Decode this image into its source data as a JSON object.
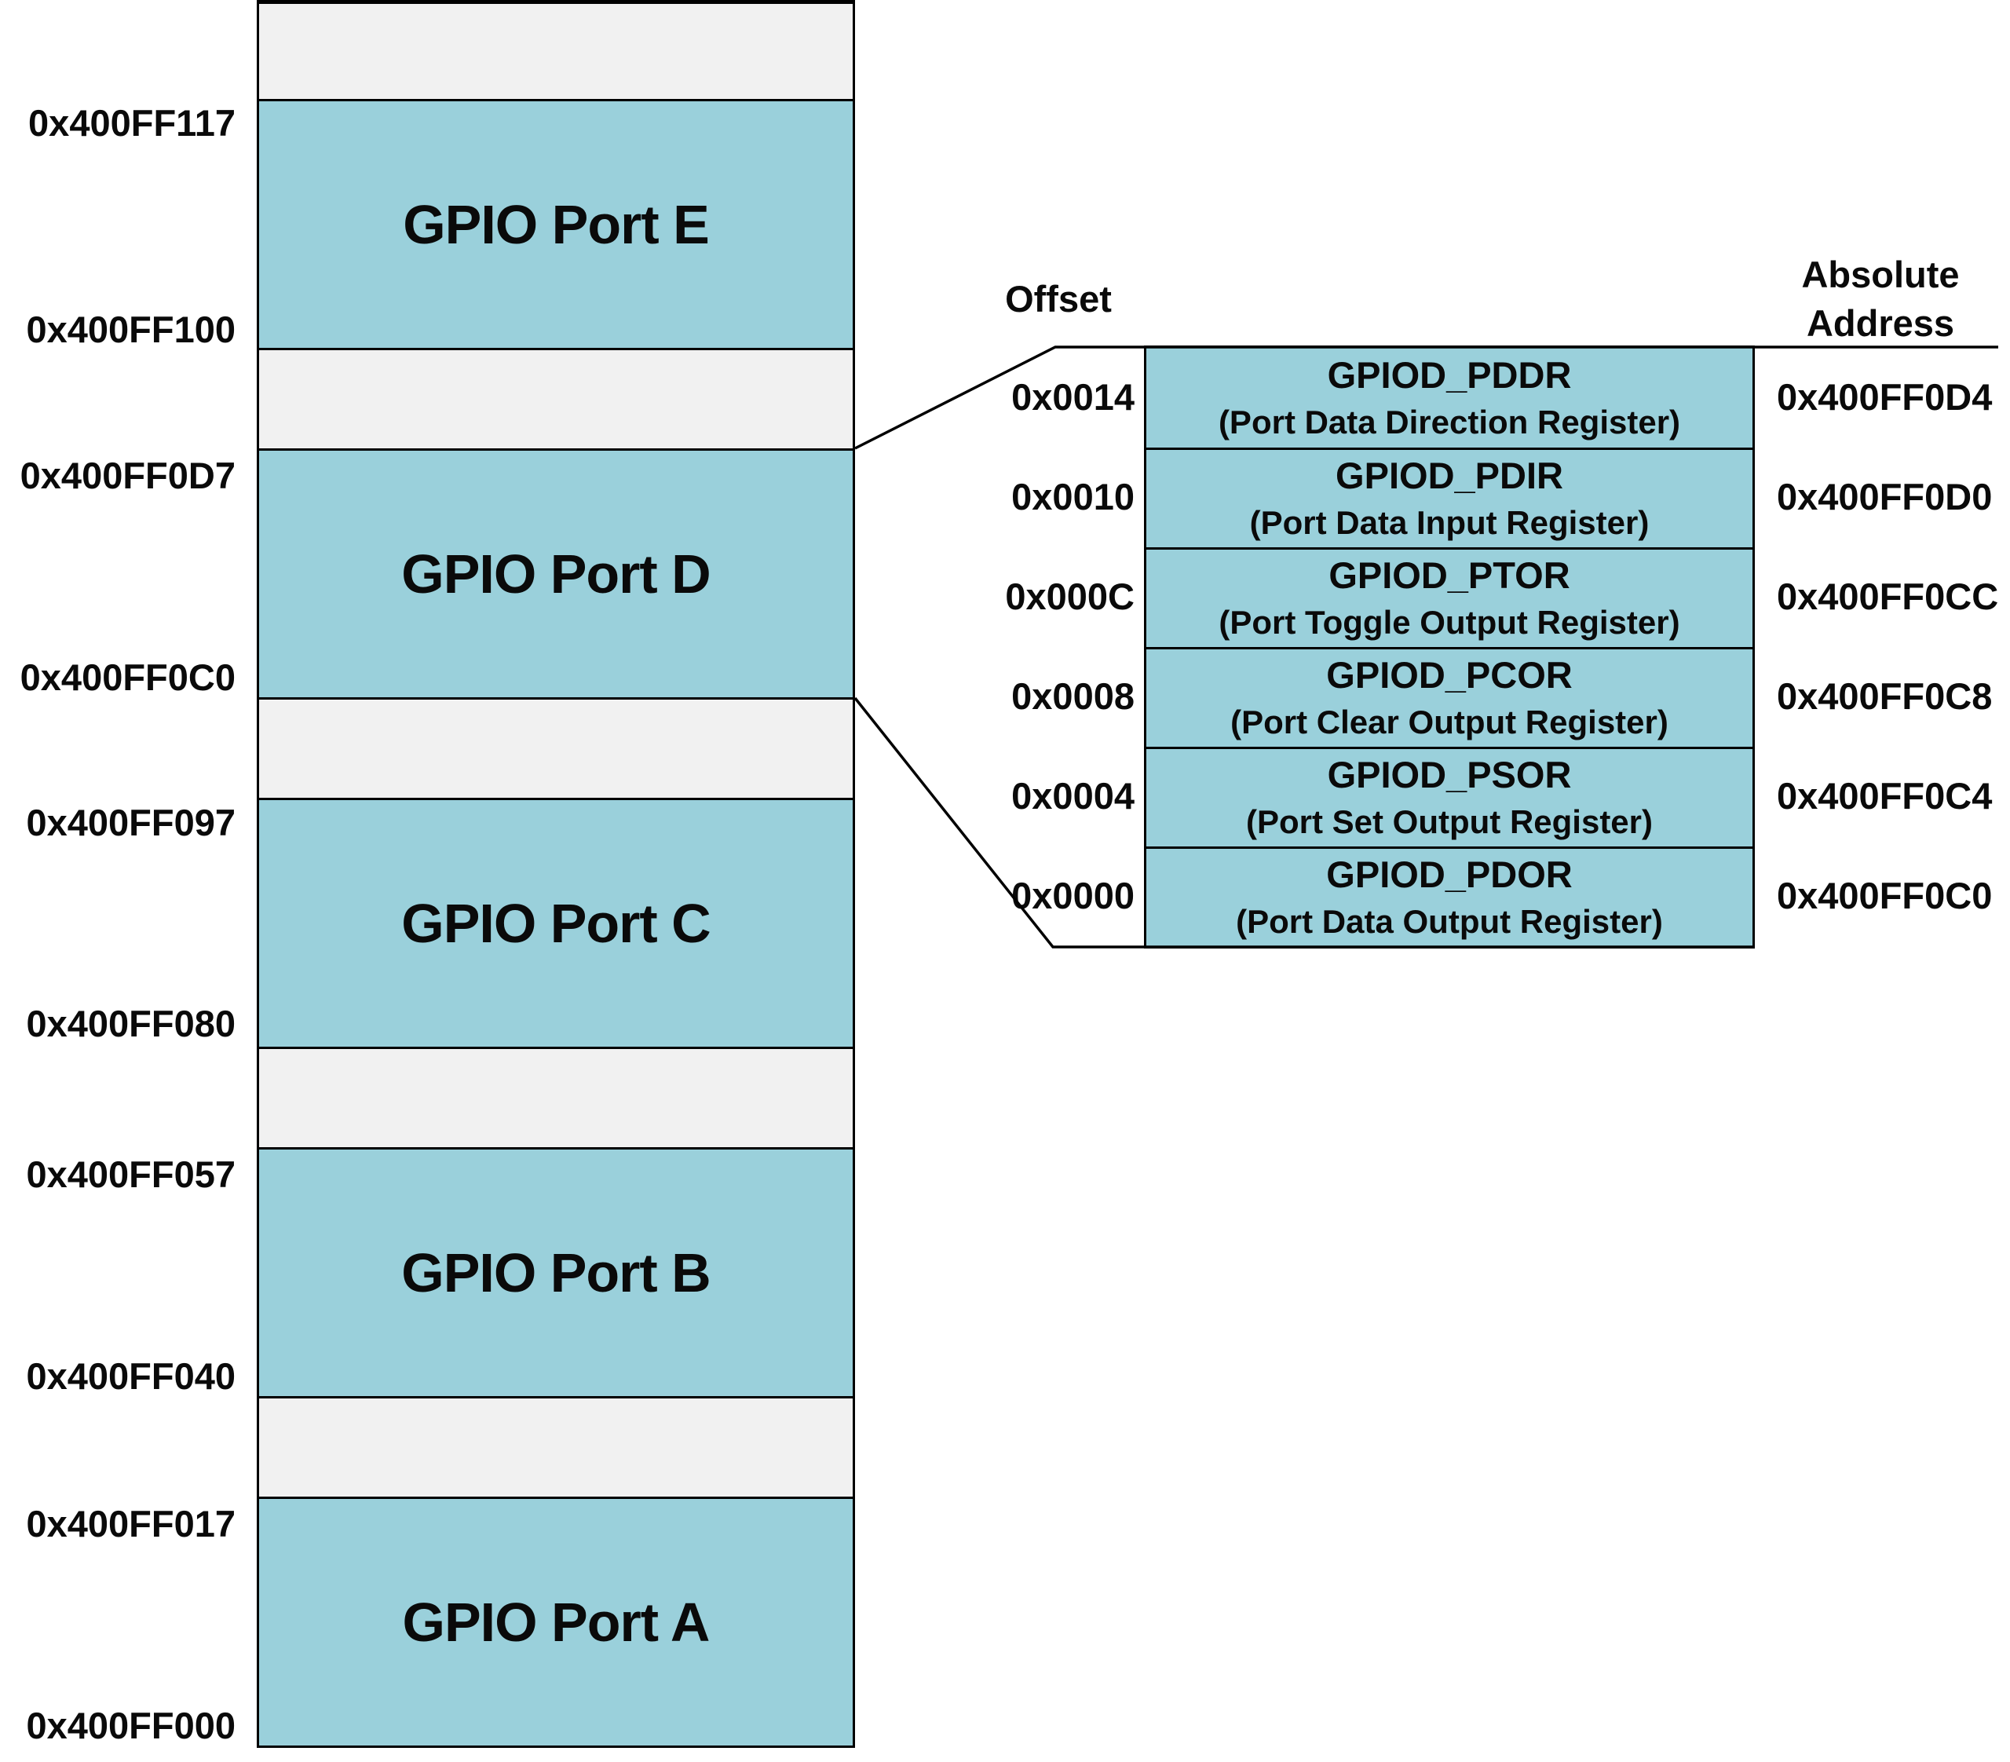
{
  "memory_map": {
    "blocks": [
      {
        "label": "GPIO Port E",
        "end_address": "0x400FF117",
        "start_address": "0x400FF100"
      },
      {
        "label": "GPIO Port D",
        "end_address": "0x400FF0D7",
        "start_address": "0x400FF0C0"
      },
      {
        "label": "GPIO Port C",
        "end_address": "0x400FF097",
        "start_address": "0x400FF080"
      },
      {
        "label": "GPIO Port B",
        "end_address": "0x400FF057",
        "start_address": "0x400FF040"
      },
      {
        "label": "GPIO Port A",
        "end_address": "0x400FF017",
        "start_address": "0x400FF000"
      }
    ]
  },
  "detail_table": {
    "offset_header": "Offset",
    "address_header": "Absolute Address",
    "rows": [
      {
        "offset": "0x0014",
        "name": "GPIOD_PDDR",
        "description": "(Port Data Direction Register)",
        "address": "0x400FF0D4"
      },
      {
        "offset": "0x0010",
        "name": "GPIOD_PDIR",
        "description": "(Port Data Input Register)",
        "address": "0x400FF0D0"
      },
      {
        "offset": "0x000C",
        "name": "GPIOD_PTOR",
        "description": "(Port Toggle Output Register)",
        "address": "0x400FF0CC"
      },
      {
        "offset": "0x0008",
        "name": "GPIOD_PCOR",
        "description": "(Port Clear Output Register)",
        "address": "0x400FF0C8"
      },
      {
        "offset": "0x0004",
        "name": "GPIOD_PSOR",
        "description": "(Port Set Output Register)",
        "address": "0x400FF0C4"
      },
      {
        "offset": "0x0000",
        "name": "GPIOD_PDOR",
        "description": "(Port Data Output Register)",
        "address": "0x400FF0C0"
      }
    ]
  },
  "colors": {
    "port_block_fill": "#9ad0db",
    "reserved_block_fill": "#f1f1f1",
    "border": "#000000",
    "background": "#ffffff",
    "text": "#0a0a0a"
  }
}
